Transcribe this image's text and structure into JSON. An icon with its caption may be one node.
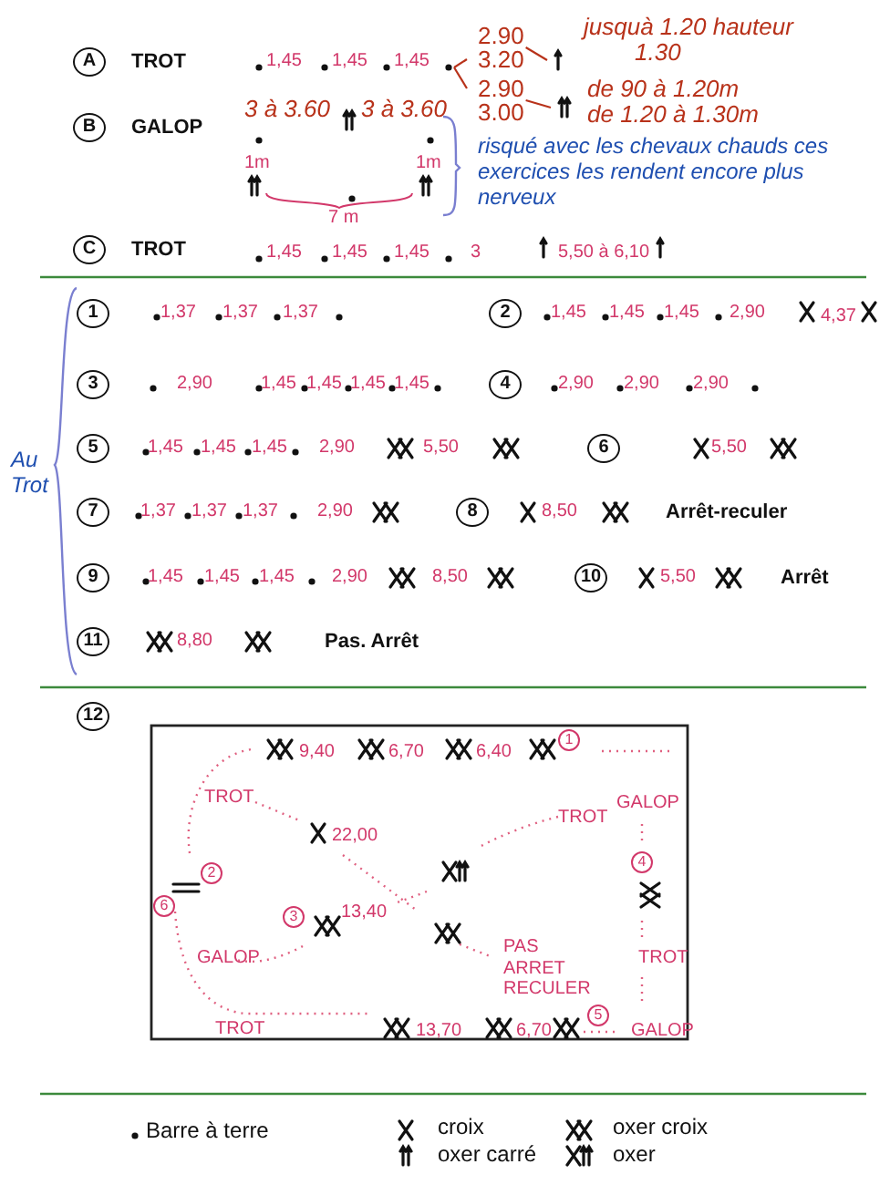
{
  "diagram": {
    "nodes": [
      {
        "text": [],
        "shape": "circle"
      },
      {
        "text": [
          "2.90",
          "3.20"
        ]
      },
      {
        "text": [
          "2.90",
          "3.00"
        ]
      },
      {
        "text": [],
        "shape": "bar"
      },
      {
        "text": [],
        "shape": "bar"
      }
    ],
    "edges": [
      {
        "from": 0,
        "to": 1,
        "arrow": "none"
      },
      {
        "from": 0,
        "to": 2,
        "arrow": "none"
      },
      {
        "from": 1,
        "to": 3,
        "arrow": "none"
      },
      {
        "from": 2,
        "to": 4,
        "arrow": "none"
      }
    ],
    "labels": [
      "A",
      "TROT",
      "1,45",
      "1,45",
      "1,45",
      "jusquà 1.20 hauteur",
      "1.30",
      "de 90 à 1.20m",
      "de 1.20 à 1.30m",
      "B",
      "GALOP",
      "3 à 3.60",
      "3 à 3.60",
      "1m",
      "1m",
      "7 m",
      "risqué avec les chevaux chauds ces exercices les rendent encore plus nerveux",
      "C",
      "TROT",
      "1,45",
      "1,45",
      "1,45",
      "3",
      "5,50 à 6,10",
      "Au Trot",
      "1",
      "1,37",
      "1,37",
      "1,37",
      "2",
      "1,45",
      "1,45",
      "1,45",
      "2,90",
      "4,37",
      "3",
      "2,90",
      "1,45",
      "1,45",
      "1,45",
      "1,45",
      "4",
      "2,90",
      "2,90",
      "2,90",
      "5",
      "1,45",
      "1,45",
      "1,45",
      "2,90",
      "5,50",
      "6",
      "5,50",
      "7",
      "1,37",
      "1,37",
      "1,37",
      "2,90",
      "8",
      "8,50",
      "Arrêt-reculer",
      "9",
      "1,45",
      "1,45",
      "1,45",
      "2,90",
      "8,50",
      "10",
      "5,50",
      "Arrêt",
      "11",
      "8,80",
      "Pas. Arrêt",
      "12",
      "9,40",
      "6,70",
      "6,40",
      "1",
      "TROT",
      "22,00",
      "TROT",
      "GALOP",
      "2",
      "6",
      "4",
      "3",
      "13,40",
      "GALOP",
      "PAS ARRET RECULER",
      "TROT",
      "TROT",
      "13,70",
      "6,70",
      "5",
      "GALOP"
    ],
    "legend": [
      {
        "text": "Barre à terre"
      },
      {
        "text": "croix"
      },
      {
        "text": "oxer croix"
      },
      {
        "text": "oxer carré"
      },
      {
        "text": "oxer"
      }
    ]
  }
}
